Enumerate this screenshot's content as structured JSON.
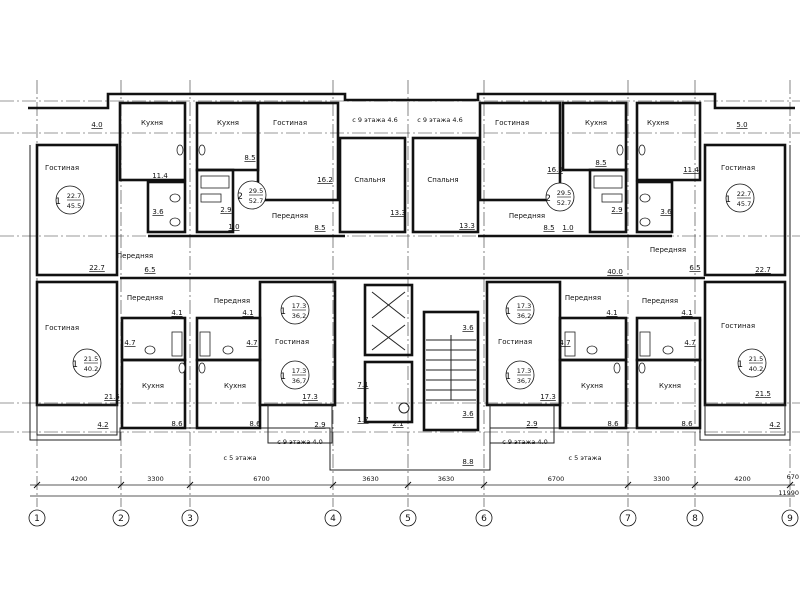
{
  "top_left_apt": {
    "living": "Гостиная",
    "living_area": "22.7",
    "kitchen": "Кухня",
    "kitchen_area": "11.4",
    "bath_area": "3.6",
    "hall": "Передняя",
    "hall_area": "6.5",
    "balcony_area": "4.0",
    "badge": {
      "rooms": "1",
      "living": "22.7",
      "total": "45.5"
    }
  },
  "top_left2_apt": {
    "kitchen": "Кухня",
    "kitchen_area": "8.5",
    "living": "Гостиная",
    "living_area": "16.2",
    "bath_area": "2.9",
    "wc_area": "1.0",
    "hall": "Передняя",
    "hall_area": "8.5",
    "bedroom": "Спальня",
    "bedroom_area": "13.3",
    "balcony_note": "с 9 этажа 4.6",
    "badge": {
      "rooms": "2",
      "living": "29.5",
      "total": "52.7"
    }
  },
  "top_right2_apt": {
    "kitchen": "Кухня",
    "kitchen_area": "8.5",
    "living": "Гостиная",
    "living_area": "16.2",
    "bath_area": "2.9",
    "wc_area": "1.0",
    "hall": "Передняя",
    "hall_area": "8.5",
    "bedroom": "Спальня",
    "bedroom_area": "13.3",
    "balcony_note": "с 9 этажа 4.6",
    "badge": {
      "rooms": "2",
      "living": "29.5",
      "total": "52.7"
    }
  },
  "top_right_apt": {
    "living": "Гостиная",
    "living_area": "22.7",
    "kitchen": "Кухня",
    "kitchen_area": "11.4",
    "bath_area": "3.6",
    "hall": "Передняя",
    "hall_area": "6.5",
    "balcony_area": "5.0",
    "badge": {
      "rooms": "1",
      "living": "22.7",
      "total": "45.7"
    }
  },
  "corridor_area": "40.0",
  "bottom_left_apt": {
    "hall": "Передняя",
    "hall_area": "4.1",
    "living": "Гостиная",
    "living_area": "21.5",
    "bath_area": "4.7",
    "kitchen": "Кухня",
    "kitchen_area": "8.6",
    "balcony_area": "4.2",
    "badge": {
      "rooms": "1",
      "living": "21.5",
      "total": "40.2"
    }
  },
  "bottom_left2_apt": {
    "hall": "Передняя",
    "hall_area": "4.1",
    "living": "Гостиная",
    "living_area": "17.3",
    "bath_area": "4.7",
    "kitchen": "Кухня",
    "kitchen_area": "8.6",
    "balcony_area": "2.9",
    "balcony_note": "с 9 этажа 4.0",
    "balcony_note2": "с 5 этажа",
    "badge_a": {
      "rooms": "1",
      "living": "17.3",
      "total": "36,2"
    },
    "badge_b": {
      "rooms": "1",
      "living": "17.3",
      "total": "36,7"
    }
  },
  "bottom_right2_apt": {
    "hall": "Передняя",
    "hall_area": "4.1",
    "living": "Гостиная",
    "living_area": "17.3",
    "bath_area": "4.7",
    "kitchen": "Кухня",
    "kitchen_area": "8.6",
    "balcony_area": "2.9",
    "balcony_note": "с 9 этажа 4.0",
    "balcony_note2": "с 5 этажа",
    "badge_a": {
      "rooms": "1",
      "living": "17.3",
      "total": "36,2"
    },
    "badge_b": {
      "rooms": "1",
      "living": "17.3",
      "total": "36,7"
    }
  },
  "bottom_right_apt": {
    "hall": "Передняя",
    "hall_area": "4.1",
    "living": "Гостиная",
    "living_area": "21.5",
    "bath_area": "4.7",
    "kitchen": "Кухня",
    "kitchen_area": "8.6",
    "balcony_area": "4.2",
    "badge": {
      "rooms": "1",
      "living": "21.5",
      "total": "40.2"
    }
  },
  "core": {
    "lobby_area": "7.1",
    "vestibule_area": "1.7",
    "lift_area": "2.1",
    "stair_top_area": "3.6",
    "stair_bottom_area": "3.6",
    "entrance_area": "8.8"
  },
  "dimensions": [
    "4200",
    "3300",
    "6700",
    "3630",
    "3630",
    "6700",
    "3300",
    "4200",
    "670"
  ],
  "overall_dimension": "11990",
  "axes": [
    "1",
    "2",
    "3",
    "4",
    "5",
    "6",
    "7",
    "8",
    "9"
  ]
}
